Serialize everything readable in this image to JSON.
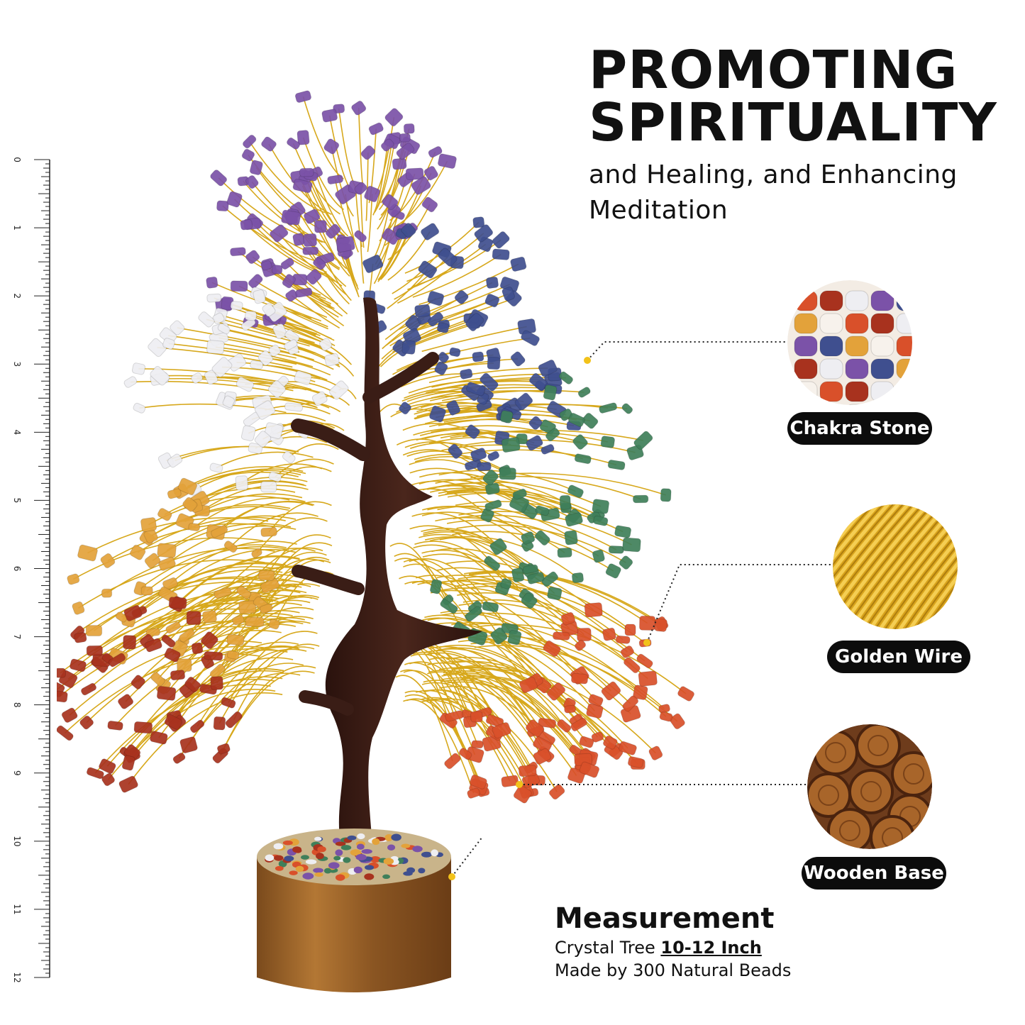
{
  "headline": {
    "line1": "PROMOTING",
    "line2": "SPIRITUALITY",
    "sub1": "and Healing, and Enhancing",
    "sub2": "Meditation"
  },
  "features": [
    {
      "label": "Chakra Stone",
      "icon": "chakra-stone-thumbnail"
    },
    {
      "label": "Golden Wire",
      "icon": "golden-wire-thumbnail"
    },
    {
      "label": "Wooden Base",
      "icon": "wooden-base-thumbnail"
    }
  ],
  "measurement": {
    "title": "Measurement",
    "line1_prefix": "Crystal Tree ",
    "line1_value": "10-12 Inch",
    "line2": "Made by 300 Natural Beads"
  },
  "ruler": {
    "labels": [
      "0",
      "1",
      "2",
      "3",
      "4",
      "5",
      "6",
      "7",
      "8",
      "9",
      "10",
      "11",
      "12"
    ]
  },
  "colors": {
    "amethyst": "#7b52a8",
    "sodalite": "#3f4f8f",
    "aventurine": "#3f7f5a",
    "carnelian": "#d9502a",
    "clear_quartz": "#eeeef2",
    "yellow_jade": "#e3a23a",
    "red_jasper": "#a8321e",
    "trunk": "#3a1d16",
    "wire": "#d7a81c",
    "base_wood": "#a86c2c"
  }
}
